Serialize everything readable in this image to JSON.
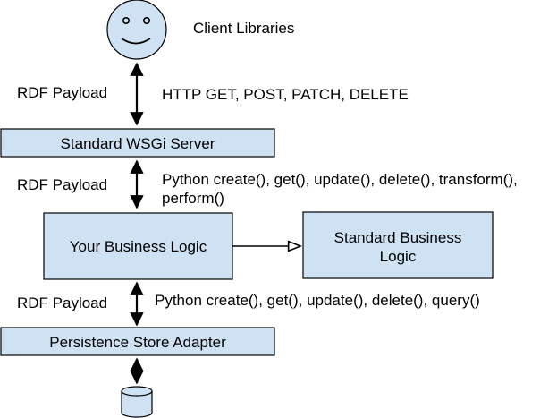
{
  "colors": {
    "box_fill": "#cfe2f3",
    "line": "#000000",
    "stroke": "#000000",
    "smiley_fill": "#cfe2f3",
    "db_fill": "#cfe2f3",
    "background": "#ffffff"
  },
  "icons": {
    "client": "smiley-face-icon",
    "datastore": "database-cylinder-icon"
  },
  "nodes": {
    "client_label": "Client Libraries",
    "wsgi": "Standard WSGi Server",
    "business": "Your Business Logic",
    "std_business_line1": "Standard Business",
    "std_business_line2": "Logic",
    "persistence": "Persistence Store Adapter"
  },
  "edges": {
    "payload_1": "RDF Payload",
    "http": "HTTP GET, POST, PATCH, DELETE",
    "payload_2": "RDF Payload",
    "python_1_line1": "Python create(), get(), update(), delete(), transform(),",
    "python_1_line2": "perform()",
    "payload_3": "RDF Payload",
    "python_2": "Python create(), get(), update(), delete(), query()"
  }
}
